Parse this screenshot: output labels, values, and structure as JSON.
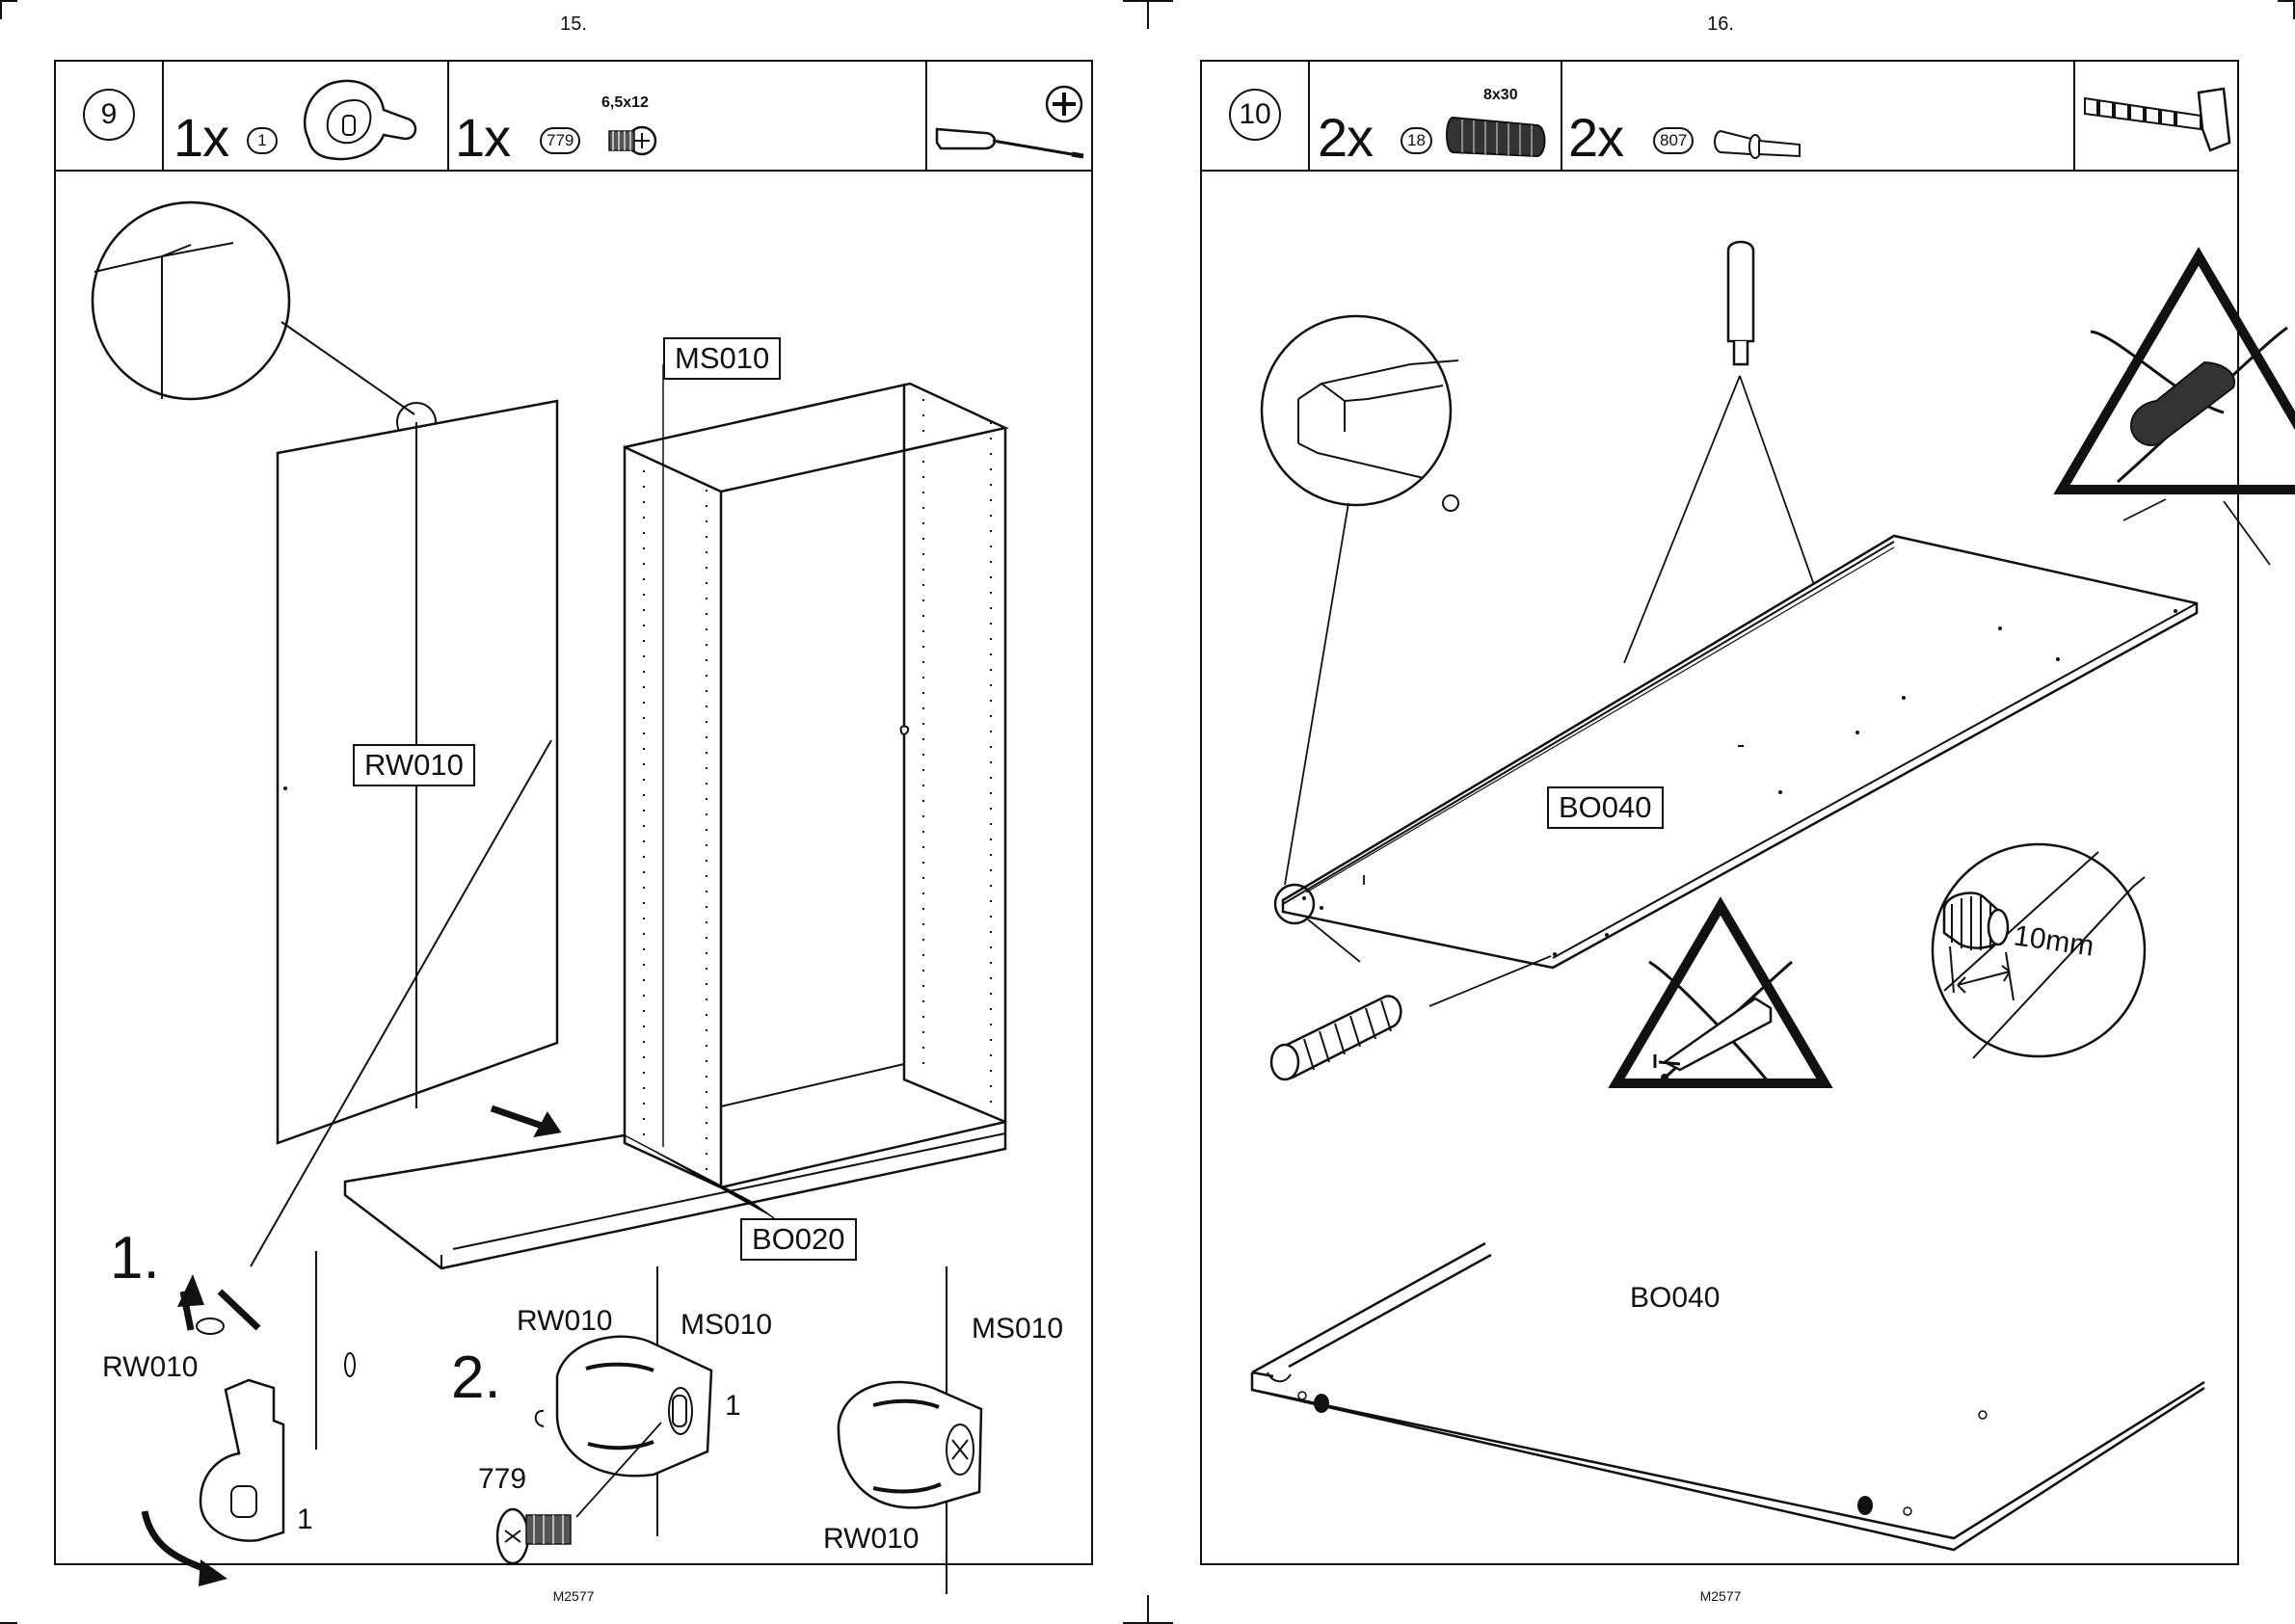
{
  "left_page": {
    "page_number": "15.",
    "footer_code": "M2577",
    "step_number": "9",
    "parts": [
      {
        "qty": "1x",
        "code": "1",
        "icon": "cam-lock-fitting-icon"
      },
      {
        "qty": "1x",
        "code": "779",
        "dimension": "6,5x12",
        "icon": "screw-icon"
      }
    ],
    "tools": [
      "screwdriver-icon",
      "phillips-head-icon"
    ],
    "labels": {
      "ms010_box": "MS010",
      "rw010_box": "RW010",
      "bo020_box": "BO020",
      "step1": "1.",
      "step2": "2.",
      "detail_rw010_a": "RW010",
      "detail_rw010_b": "RW010",
      "detail_rw010_c": "RW010",
      "detail_ms010_a": "MS010",
      "detail_ms010_b": "MS010",
      "detail_1a": "1",
      "detail_1b": "1",
      "detail_779": "779"
    }
  },
  "right_page": {
    "page_number": "16.",
    "footer_code": "M2577",
    "step_number": "10",
    "parts": [
      {
        "qty": "2x",
        "code": "18",
        "dimension": "8x30",
        "icon": "wooden-dowel-icon"
      },
      {
        "qty": "2x",
        "code": "807",
        "icon": "shelf-pin-icon"
      }
    ],
    "tools": [
      "hammer-icon"
    ],
    "labels": {
      "bo040_box": "BO040",
      "bo040_bottom": "BO040",
      "measure": "10mm"
    },
    "warnings": [
      "no-dowel-warning-icon",
      "no-glue-warning-icon"
    ]
  }
}
